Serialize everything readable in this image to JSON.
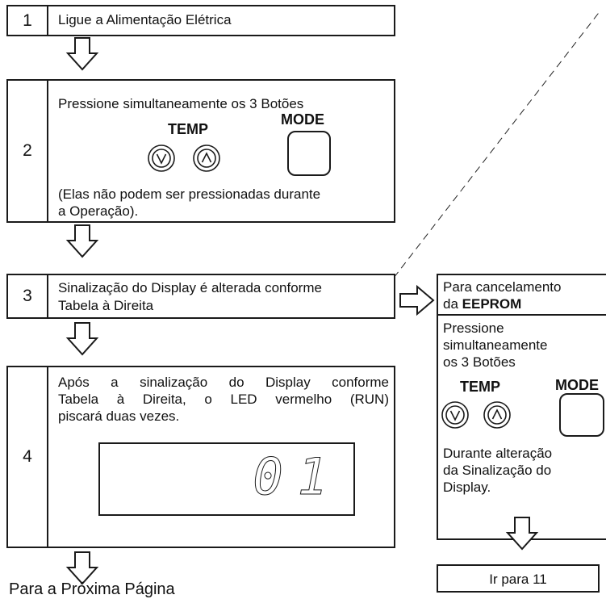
{
  "steps": [
    {
      "number": "1",
      "text": "Ligue a Alimentação Elétrica"
    },
    {
      "number": "2",
      "text_top": "Pressione simultaneamente os 3 Botões",
      "text_bottom_1": "(Elas não podem ser pressionadas durante",
      "text_bottom_2": "a Operação)."
    },
    {
      "number": "3",
      "text_1": "Sinalização do Display é alterada conforme",
      "text_2": "Tabela à Direita"
    },
    {
      "number": "4",
      "text_1": "Após a sinalização do Display conforme",
      "text_2": "Tabela à Direita, o LED vermelho (RUN)",
      "text_3": "piscará duas vezes."
    }
  ],
  "buttons": {
    "temp_label": "TEMP",
    "mode_label": "MODE"
  },
  "display": {
    "value": "01"
  },
  "next_page": "Para a Próxima Página",
  "side": {
    "title_1": "Para cancelamento",
    "title_2_prefix": "da ",
    "title_2_bold": "EEPROM",
    "press_1": "Pressione",
    "press_2": "simultaneamente",
    "press_3": "os 3 Botões",
    "during_1": "Durante alteração",
    "during_2": "da Sinalização do",
    "during_3": "Display.",
    "goto": "Ir para 11"
  }
}
